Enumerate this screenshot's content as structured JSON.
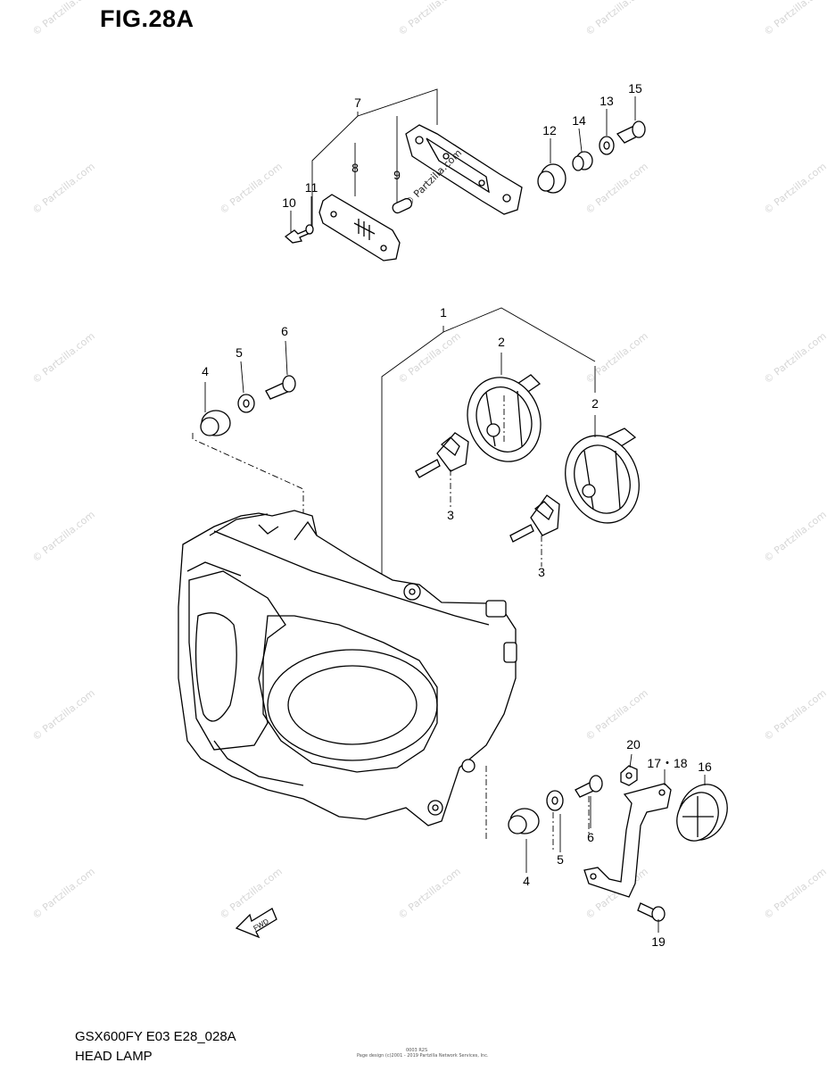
{
  "figure": {
    "title": "FIG.28A",
    "model_code": "GSX600FY E03 E28_028A",
    "diagram_name": "HEAD LAMP",
    "watermark": "© Partzilla.com",
    "fwd_label": "FWD",
    "small_print_1": "Page design (c)2001 - 2019 Partzilla Network Services, Inc.",
    "small_print_2": "0003 R2S"
  },
  "callouts": {
    "c1": "1",
    "c2a": "2",
    "c2b": "2",
    "c3a": "3",
    "c3b": "3",
    "c4a": "4",
    "c4b": "4",
    "c5a": "5",
    "c5b": "5",
    "c6a": "6",
    "c6b": "6",
    "c7": "7",
    "c8": "8",
    "c9": "9",
    "c10": "10",
    "c11": "11",
    "c12": "12",
    "c13": "13",
    "c14": "14",
    "c15": "15",
    "c16": "16",
    "c1718": "17・18",
    "c19": "19",
    "c20": "20"
  }
}
